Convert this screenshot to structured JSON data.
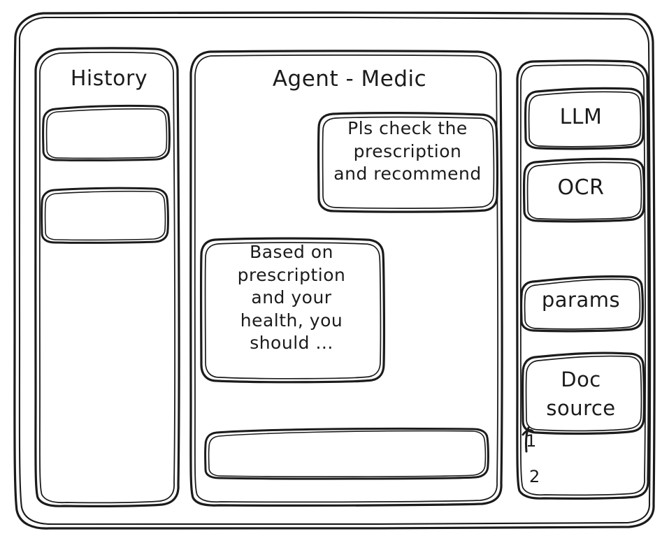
{
  "app": {
    "frame_label": "app-window",
    "stroke_color": "#1b1b1b",
    "background_color": "#ffffff",
    "style": "hand-drawn wireframe"
  },
  "sidebar_left": {
    "title": "History",
    "items": [
      {
        "label": "",
        "name": "history-item-1"
      },
      {
        "label": "",
        "name": "history-item-2"
      }
    ]
  },
  "main": {
    "title": "Agent - Medic",
    "messages": [
      {
        "role": "user",
        "align": "right",
        "text": "Pls check the\nprescription\nand recommend"
      },
      {
        "role": "assistant",
        "align": "left",
        "text": "Based on\nprescription\nand your\nhealth, you\nshould ..."
      }
    ],
    "composer": {
      "value": "",
      "placeholder": ""
    }
  },
  "sidebar_right": {
    "tools": [
      {
        "label": "LLM",
        "name": "tool-llm"
      },
      {
        "label": "OCR",
        "name": "tool-ocr"
      }
    ],
    "params": {
      "label": "params"
    },
    "doc_source": {
      "label": "Doc\nsource",
      "items": [
        "1",
        "2"
      ]
    }
  }
}
